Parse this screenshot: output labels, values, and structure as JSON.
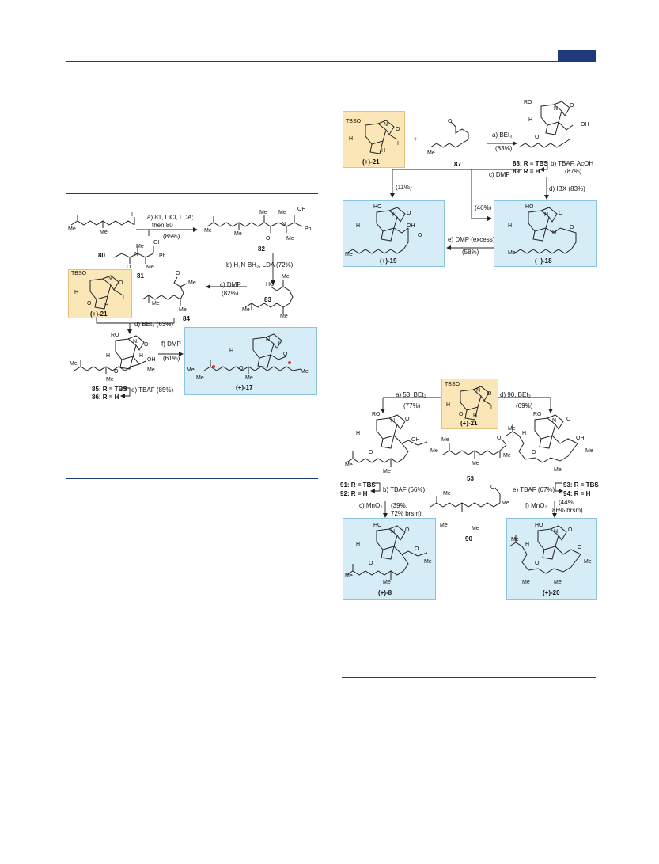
{
  "header": {
    "page_box_color": "#1f3a7a"
  },
  "colors": {
    "rule": "#1f3a7a",
    "highlight_start": "#fbe6b8",
    "highlight_product": "#d6ecf7",
    "stereo_mark": "#d63a2a"
  },
  "scheme_left": {
    "labels": {
      "c80": "80",
      "c81": "81",
      "c82": "82",
      "c83": "83",
      "c84": "84",
      "c21": "(+)-21",
      "c85": "85: R = TBS",
      "c86": "86: R = H",
      "c17": "(+)-17",
      "me": "Me",
      "ph": "Ph",
      "oh": "OH",
      "h": "H",
      "tbso": "TBSO",
      "ro": "RO",
      "i": "I",
      "n": "N",
      "o": "O"
    },
    "steps": {
      "a": "a) 81, LiCl, LDA;",
      "a2": "then 80",
      "a_yield": "(85%)",
      "b": "b) H₃N·BH₃, LDA (72%)",
      "c": "c) DMP",
      "c_yield": "(82%)",
      "d": "d) BEt₃ (63%)",
      "e": "e) TBAF (85%)",
      "f": "f) DMP",
      "f_yield": "(61%)"
    }
  },
  "scheme_right_top": {
    "labels": {
      "c21": "(+)-21",
      "c87": "87",
      "c88": "88: R = TBS",
      "c89": "89: R = H",
      "c19": "(+)-19",
      "c18": "(−)-18",
      "plus": "+",
      "me": "Me",
      "tbso": "TBSO",
      "ro": "RO",
      "ho": "HO",
      "oh": "OH",
      "h": "H",
      "i": "I",
      "o": "O",
      "n": "N"
    },
    "steps": {
      "a": "a) BEt₃",
      "a_yield": "(83%)",
      "b": "b) TBAF, AcOH",
      "b_yield": "(87%)",
      "c": "c) DMP",
      "d": "d) IBX (83%)",
      "y11": "(11%)",
      "y46": "(46%)",
      "e": "e) DMP (excess)",
      "e_yield": "(58%)"
    }
  },
  "scheme_right_bottom": {
    "labels": {
      "c21": "(+)-21",
      "c53": "53",
      "c90": "90",
      "c91": "91: R = TBS",
      "c92": "92: R = H",
      "c93": "93: R = TBS",
      "c94": "94: R = H",
      "c8": "(+)-8",
      "c20": "(+)-20",
      "me": "Me",
      "tbso": "TBSO",
      "ro": "RO",
      "ho": "HO",
      "oh": "OH",
      "h": "H",
      "i": "I",
      "o": "O",
      "n": "N"
    },
    "steps": {
      "a": "a) 53, BEt₃",
      "a_yield": "(77%)",
      "d": "d) 90, BEt₃",
      "d_yield": "(69%)",
      "b": "b) TBAF (66%)",
      "c": "c) MnO₂",
      "c_yield": "(39%,",
      "c_yield2": "72% brsm)",
      "e": "e) TBAF (67%)",
      "f": "f) MnO₂",
      "f_yield": "(44%,",
      "f_yield2": "86% brsm)"
    }
  }
}
